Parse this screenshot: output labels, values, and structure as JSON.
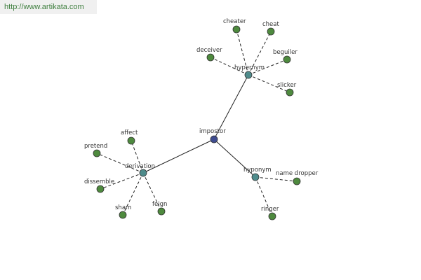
{
  "site": {
    "url": "http://www.artikata.com"
  },
  "colors": {
    "root": "#3e4b8f",
    "relation": "#4f8c8c",
    "leaf": "#4e8a3e"
  },
  "graph": {
    "root": {
      "id": "impostor",
      "label": "impostor"
    },
    "relations": [
      {
        "id": "hypernym",
        "label": "hypernym",
        "leaves": [
          "cheater",
          "cheat",
          "deceiver",
          "beguiler",
          "slicker"
        ]
      },
      {
        "id": "hyponym",
        "label": "hyponym",
        "leaves": [
          "name dropper",
          "ringer"
        ]
      },
      {
        "id": "derivation",
        "label": "derivation",
        "leaves": [
          "affect",
          "pretend",
          "dissemble",
          "sham",
          "feign"
        ]
      }
    ]
  }
}
